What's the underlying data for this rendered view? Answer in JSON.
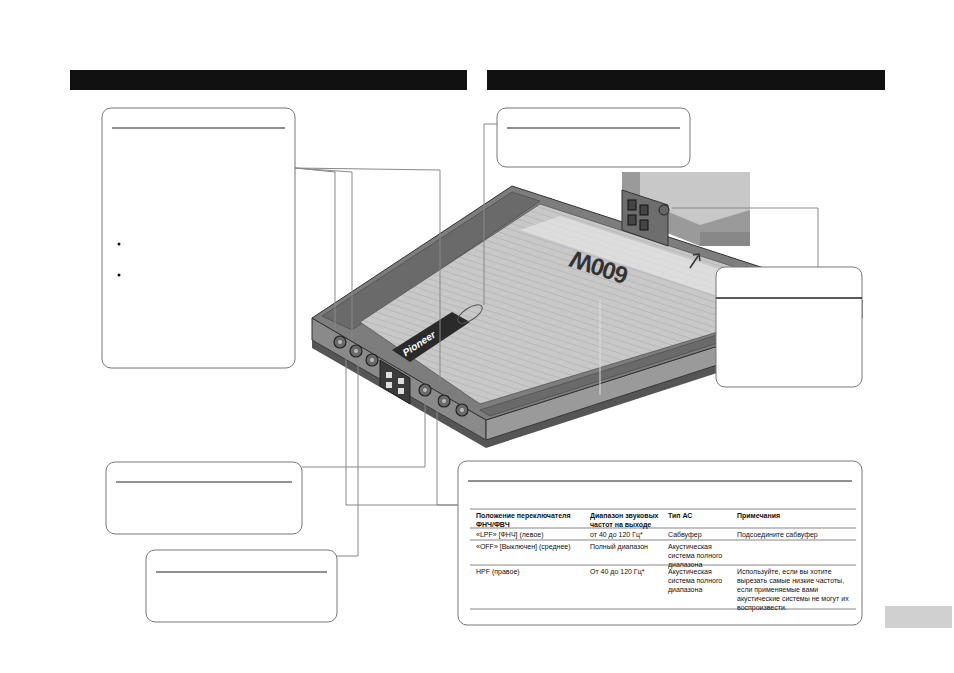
{
  "diagram": {
    "labels": [
      "Положение переключателя ФНЧ/ФВЧ",
      "Диапазон звуковых частот на выходе",
      "Тип АС",
      "Примечания",
      "«LPF» [ФНЧ] (левое)",
      "от 40 до 120 Гц*",
      "Сабвуфер",
      "Подсоедините сабвуфер",
      "«OFF» [Выключен] (среднее)",
      "Полный диапазон",
      "Акустическая система полного диапазона",
      "HPF (правое)",
      "От 40 до 120 Гц*",
      "Акустическая система полного диапазона",
      "Используйте, если вы хотите вырезать самые низкие частоты, если применяемые вами акустические системы не могут их воспроизвести.",
      "Pioneer",
      "600W"
    ]
  }
}
